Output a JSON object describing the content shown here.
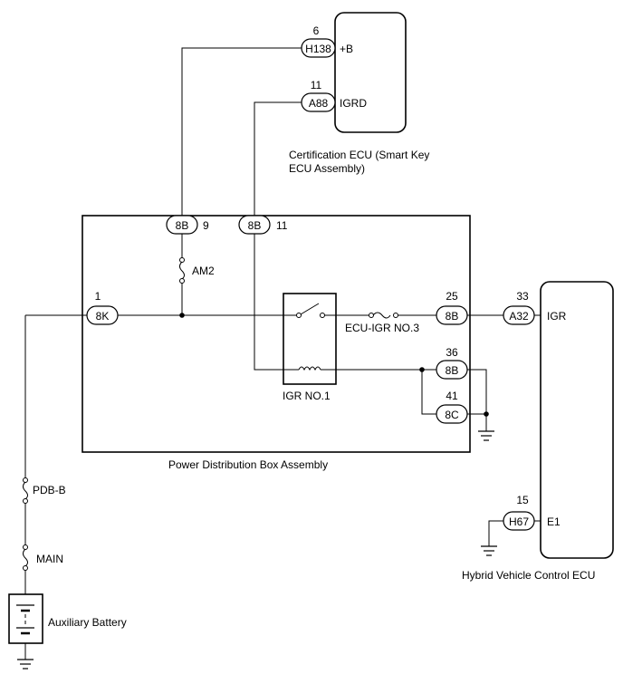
{
  "components": {
    "certification_ecu": {
      "label_line1": "Certification ECU (Smart Key",
      "label_line2": "ECU Assembly)"
    },
    "power_distribution_box": {
      "label": "Power Distribution Box Assembly"
    },
    "hybrid_vehicle_control_ecu": {
      "label": "Hybrid Vehicle Control ECU"
    },
    "auxiliary_battery": {
      "label": "Auxiliary Battery"
    },
    "relay": {
      "label": "IGR NO.1"
    }
  },
  "fuses": {
    "am2": "AM2",
    "ecu_igr_no3": "ECU-IGR NO.3",
    "pdb_b": "PDB-B",
    "main": "MAIN"
  },
  "connectors": {
    "h138": {
      "id": "H138",
      "pin": "6",
      "signal": "+B"
    },
    "a88": {
      "id": "A88",
      "pin": "11",
      "signal": "IGRD"
    },
    "pdb_8b_9": {
      "id": "8B",
      "pin": "9"
    },
    "pdb_8b_11": {
      "id": "8B",
      "pin": "11"
    },
    "pdb_8k_1": {
      "id": "8K",
      "pin": "1"
    },
    "pdb_8b_25": {
      "id": "8B",
      "pin": "25"
    },
    "pdb_8b_36": {
      "id": "8B",
      "pin": "36"
    },
    "pdb_8c_41": {
      "id": "8C",
      "pin": "41"
    },
    "a32": {
      "id": "A32",
      "pin": "33",
      "signal": "IGR"
    },
    "h67": {
      "id": "H67",
      "pin": "15",
      "signal": "E1"
    }
  }
}
